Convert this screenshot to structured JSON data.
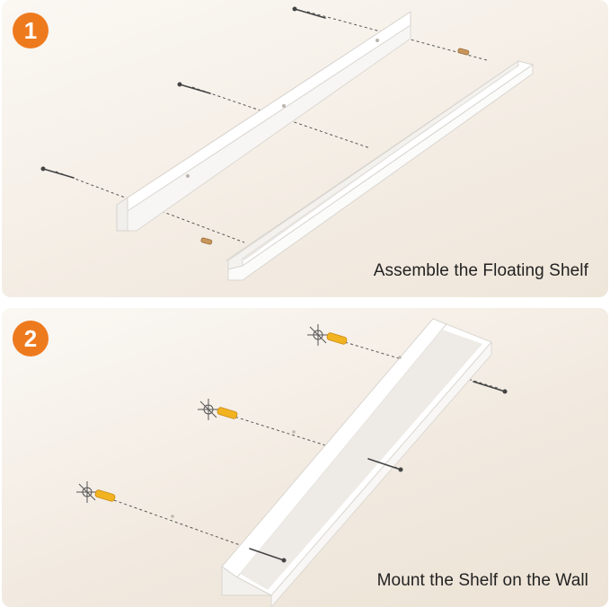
{
  "steps": [
    {
      "number": "1",
      "caption": "Assemble the Floating Shelf"
    },
    {
      "number": "2",
      "caption": "Mount the Shelf on the Wall"
    }
  ],
  "colors": {
    "badge": "#ee7a1e",
    "shelf": "#ffffff",
    "wood_dowel": "#c8965a",
    "wall_anchor": "#f2b321"
  }
}
